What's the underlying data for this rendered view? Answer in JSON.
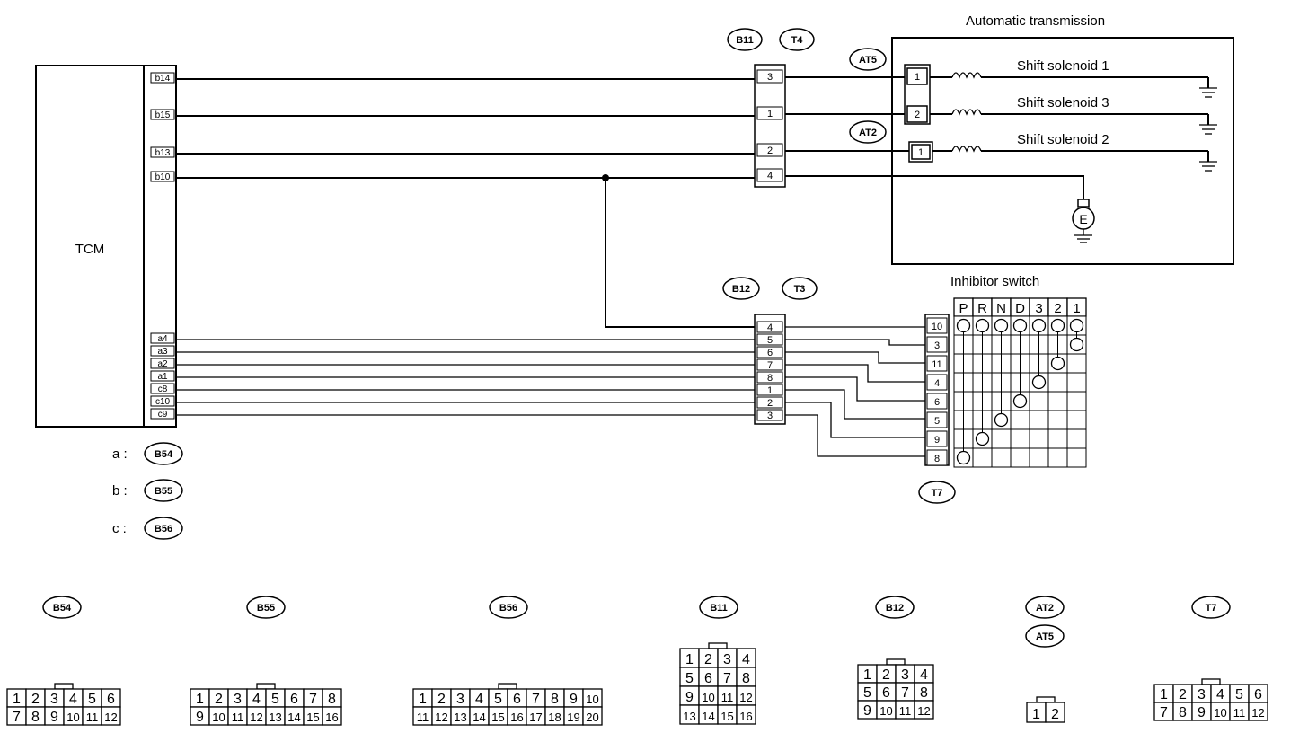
{
  "title": "Automatic transmission",
  "tcm": {
    "label": "TCM",
    "pins_top": [
      "b14",
      "b15",
      "b13",
      "b10"
    ],
    "pins_bottom": [
      "a4",
      "a3",
      "a2",
      "a1",
      "c8",
      "c10",
      "c9"
    ]
  },
  "connector_groups": [
    {
      "key": "a",
      "label": "a :",
      "connector": "B54"
    },
    {
      "key": "b",
      "label": "b :",
      "connector": "B55"
    },
    {
      "key": "c",
      "label": "c :",
      "connector": "B56"
    }
  ],
  "connectors_top": {
    "b11_tag": "B11",
    "t4_tag": "T4",
    "pins": [
      "3",
      "1",
      "2",
      "4"
    ],
    "at5_tag": "AT5",
    "at2_tag": "AT2"
  },
  "connectors_mid": {
    "b12_tag": "B12",
    "t3_tag": "T3",
    "pins": [
      "4",
      "5",
      "6",
      "7",
      "8",
      "1",
      "2",
      "3"
    ]
  },
  "solenoids": [
    {
      "label": "Shift solenoid 1",
      "pin": "1"
    },
    {
      "label": "Shift solenoid 3",
      "pin": "2"
    },
    {
      "label": "Shift solenoid 2",
      "pin": "1"
    }
  ],
  "ground_symbol": "E",
  "inhibitor": {
    "title": "Inhibitor switch",
    "columns": [
      "P",
      "R",
      "N",
      "D",
      "3",
      "2",
      "1"
    ],
    "pins": [
      "10",
      "3",
      "11",
      "4",
      "6",
      "5",
      "9",
      "8"
    ],
    "tag": "T7"
  },
  "connector_faces": [
    {
      "tag": "B54",
      "rows": [
        [
          "1",
          "2",
          "3",
          "4",
          "5",
          "6"
        ],
        [
          "7",
          "8",
          "9",
          "10",
          "11",
          "12"
        ]
      ]
    },
    {
      "tag": "B55",
      "rows": [
        [
          "1",
          "2",
          "3",
          "4",
          "5",
          "6",
          "7",
          "8"
        ],
        [
          "9",
          "10",
          "11",
          "12",
          "13",
          "14",
          "15",
          "16"
        ]
      ]
    },
    {
      "tag": "B56",
      "rows": [
        [
          "1",
          "2",
          "3",
          "4",
          "5",
          "6",
          "7",
          "8",
          "9",
          "10"
        ],
        [
          "11",
          "12",
          "13",
          "14",
          "15",
          "16",
          "17",
          "18",
          "19",
          "20"
        ]
      ]
    },
    {
      "tag": "B11",
      "rows": [
        [
          "1",
          "2",
          "3",
          "4"
        ],
        [
          "5",
          "6",
          "7",
          "8"
        ],
        [
          "9",
          "10",
          "11",
          "12"
        ],
        [
          "13",
          "14",
          "15",
          "16"
        ]
      ]
    },
    {
      "tag": "B12",
      "rows": [
        [
          "1",
          "2",
          "3",
          "4"
        ],
        [
          "5",
          "6",
          "7",
          "8"
        ],
        [
          "9",
          "10",
          "11",
          "12"
        ]
      ]
    },
    {
      "tag": "AT2",
      "tag2": "AT5",
      "rows": [
        [
          "1",
          "2"
        ]
      ]
    },
    {
      "tag": "T7",
      "rows": [
        [
          "1",
          "2",
          "3",
          "4",
          "5",
          "6"
        ],
        [
          "7",
          "8",
          "9",
          "10",
          "11",
          "12"
        ]
      ]
    }
  ]
}
